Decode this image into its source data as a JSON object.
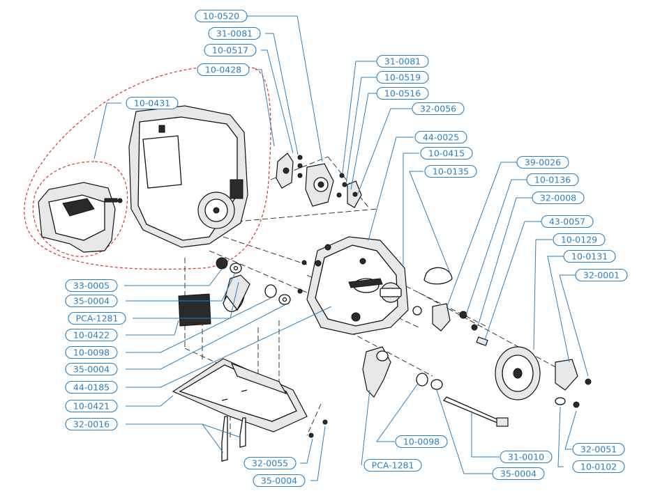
{
  "diagram": {
    "callouts": [
      {
        "id": "c01",
        "text": "10-0520"
      },
      {
        "id": "c02",
        "text": "31-0081"
      },
      {
        "id": "c03",
        "text": "10-0517"
      },
      {
        "id": "c04",
        "text": "10-0428"
      },
      {
        "id": "c05",
        "text": "10-0431"
      },
      {
        "id": "c06",
        "text": "31-0081"
      },
      {
        "id": "c07",
        "text": "10-0519"
      },
      {
        "id": "c08",
        "text": "10-0516"
      },
      {
        "id": "c09",
        "text": "32-0056"
      },
      {
        "id": "c10",
        "text": "44-0025"
      },
      {
        "id": "c11",
        "text": "10-0415"
      },
      {
        "id": "c12",
        "text": "10-0135"
      },
      {
        "id": "c13",
        "text": "39-0026"
      },
      {
        "id": "c14",
        "text": "10-0136"
      },
      {
        "id": "c15",
        "text": "32-0008"
      },
      {
        "id": "c16",
        "text": "43-0057"
      },
      {
        "id": "c17",
        "text": "10-0129"
      },
      {
        "id": "c18",
        "text": "10-0131"
      },
      {
        "id": "c19",
        "text": "32-0001"
      },
      {
        "id": "c20",
        "text": "33-0005"
      },
      {
        "id": "c21",
        "text": "35-0004"
      },
      {
        "id": "c22",
        "text": "PCA-1281"
      },
      {
        "id": "c23",
        "text": "10-0422"
      },
      {
        "id": "c24",
        "text": "10-0098"
      },
      {
        "id": "c25",
        "text": "35-0004"
      },
      {
        "id": "c26",
        "text": "44-0185"
      },
      {
        "id": "c27",
        "text": "10-0421"
      },
      {
        "id": "c28",
        "text": "32-0016"
      },
      {
        "id": "c29",
        "text": "32-0055"
      },
      {
        "id": "c30",
        "text": "35-0004"
      },
      {
        "id": "c31",
        "text": "PCA-1281"
      },
      {
        "id": "c32",
        "text": "10-0098"
      },
      {
        "id": "c33",
        "text": "31-0010"
      },
      {
        "id": "c34",
        "text": "35-0004"
      },
      {
        "id": "c35",
        "text": "32-0051"
      },
      {
        "id": "c36",
        "text": "10-0102"
      }
    ]
  },
  "colors": {
    "callout": "#2b7fc1",
    "group_outline": "#e0302a",
    "line_art": "#111111"
  }
}
